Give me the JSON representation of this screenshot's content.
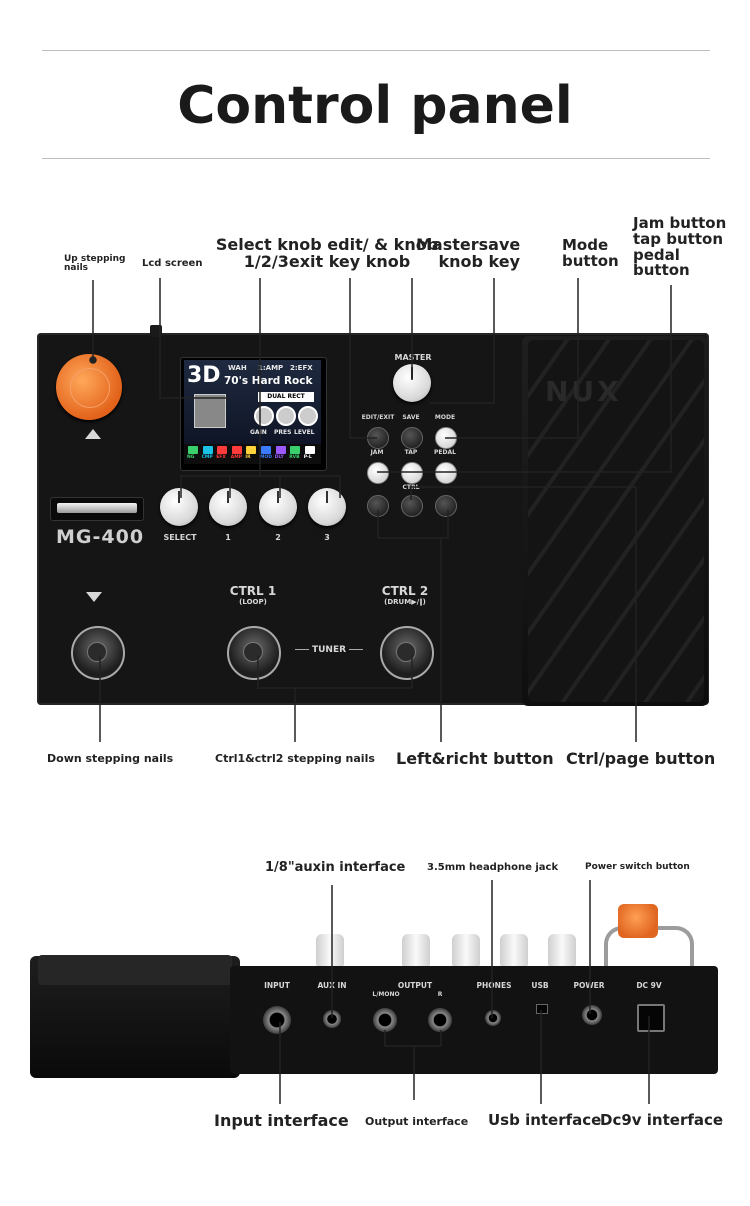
{
  "title": "Control panel",
  "top_labels": {
    "up_stepping_nails": "Up stepping\nnails",
    "lcd_screen": "Lcd screen",
    "select_knob": "Select knob edit/ & knob\n1/2/3exit key knob",
    "master": "Mastersave\nknob key",
    "mode_button": "Mode\nbutton",
    "jam_button": "Jam button\ntap button\npedal\nbutton"
  },
  "mid_labels": {
    "down_stepping_nails": "Down stepping nails",
    "ctrl_stepping_nails": "Ctrl1&ctrl2 stepping nails",
    "left_right_button": "Left&richt button",
    "ctrl_page_button": "Ctrl/page button"
  },
  "device": {
    "model": "MG-400",
    "brand": "NUX",
    "master": "MASTER",
    "edit_exit": "EDIT/EXIT",
    "save": "SAVE",
    "mode": "MODE",
    "jam": "JAM",
    "tap": "TAP",
    "pedal": "PEDAL",
    "ctrl_small": "CTRL",
    "select": "SELECT",
    "k1": "1",
    "k2": "2",
    "k3": "3",
    "ctrl1": "CTRL 1",
    "ctrl1_sub": "(LOOP)",
    "ctrl2": "CTRL 2",
    "ctrl2_sub": "(DRUM▶/‖)",
    "tuner": "TUNER"
  },
  "lcd": {
    "preset": "3D",
    "wah": "WAH",
    "amp": "1:AMP",
    "efx": "2:EFX",
    "name": "70's Hard Rock",
    "amp_name": "DUAL RECT",
    "p1": "GAIN",
    "p2": "PRES",
    "p3": "LEVEL",
    "fx_labels": [
      "NG",
      "CMP",
      "EFX",
      "AMP",
      "IR",
      "MOD",
      "DLY",
      "RVB",
      "P-L"
    ],
    "fx_colors": [
      "#3ad06b",
      "#19c2e6",
      "#ff3b3b",
      "#ff3b3b",
      "#ffd23b",
      "#3a7bff",
      "#9b59ff",
      "#3ad06b",
      "#ffffff"
    ]
  },
  "bottom_labels": {
    "auxin_interface": "1/8\"auxin interface",
    "headphone_jack": "3.5mm headphone jack",
    "power_switch": "Power switch button",
    "input_interface": "Input interface",
    "output_interface": "Output interface",
    "usb_interface": "Usb interface",
    "dc9v_interface": "Dc9v interface"
  },
  "back_panel": {
    "input": "INPUT",
    "aux_in": "AUX IN",
    "output": "OUTPUT",
    "l_mono": "L/MONO",
    "r": "R",
    "phones": "PHONES",
    "usb": "USB",
    "power": "POWER",
    "dc9v": "DC 9V"
  },
  "colors": {
    "orange": "#e8681f",
    "device_black": "#151515",
    "line": "#333333"
  }
}
